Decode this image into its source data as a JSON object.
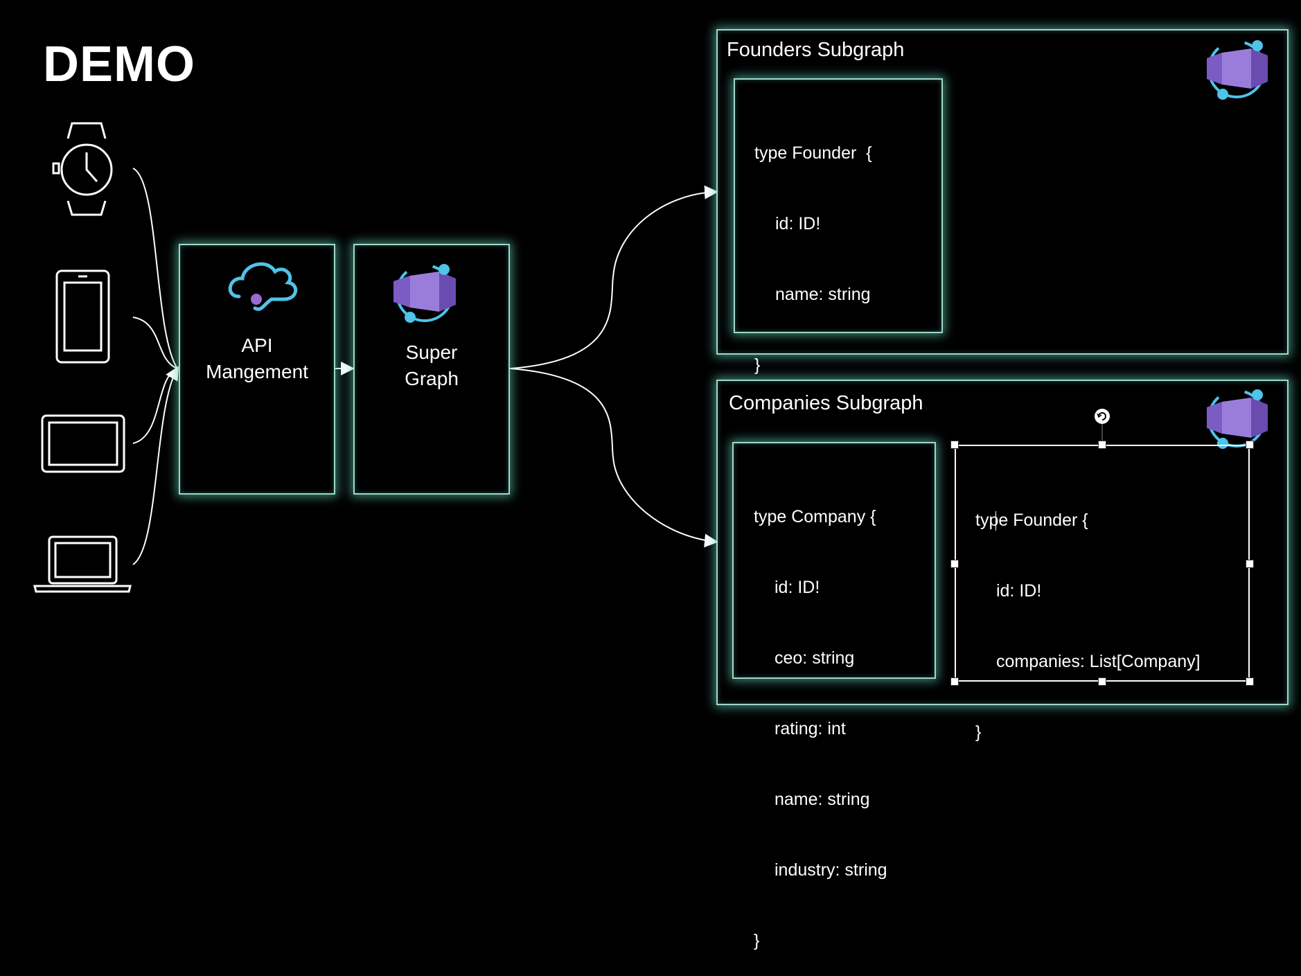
{
  "slide": {
    "title": "DEMO"
  },
  "api_management": {
    "label_line1": "API",
    "label_line2": "Mangement"
  },
  "super_graph": {
    "label_line1": "Super",
    "label_line2": "Graph"
  },
  "founders_subgraph": {
    "title": "Founders Subgraph",
    "schema": [
      "type Founder  {",
      "id: ID!",
      "name: string",
      "}"
    ]
  },
  "companies_subgraph": {
    "title": "Companies Subgraph",
    "company_schema": [
      "type Company {",
      "id: ID!",
      "ceo: string",
      "rating: int",
      "name: string",
      "industry: string",
      "}"
    ],
    "founder_schema": [
      "type Founder {",
      "id: ID!",
      "companies: List[Company]",
      "}"
    ]
  },
  "devices": [
    "watch-icon",
    "phone-icon",
    "tablet-icon",
    "laptop-icon"
  ],
  "colors": {
    "glow": "#5fcdb4",
    "azure_blue": "#4fc3e8",
    "purple": "#7b5cc4"
  }
}
